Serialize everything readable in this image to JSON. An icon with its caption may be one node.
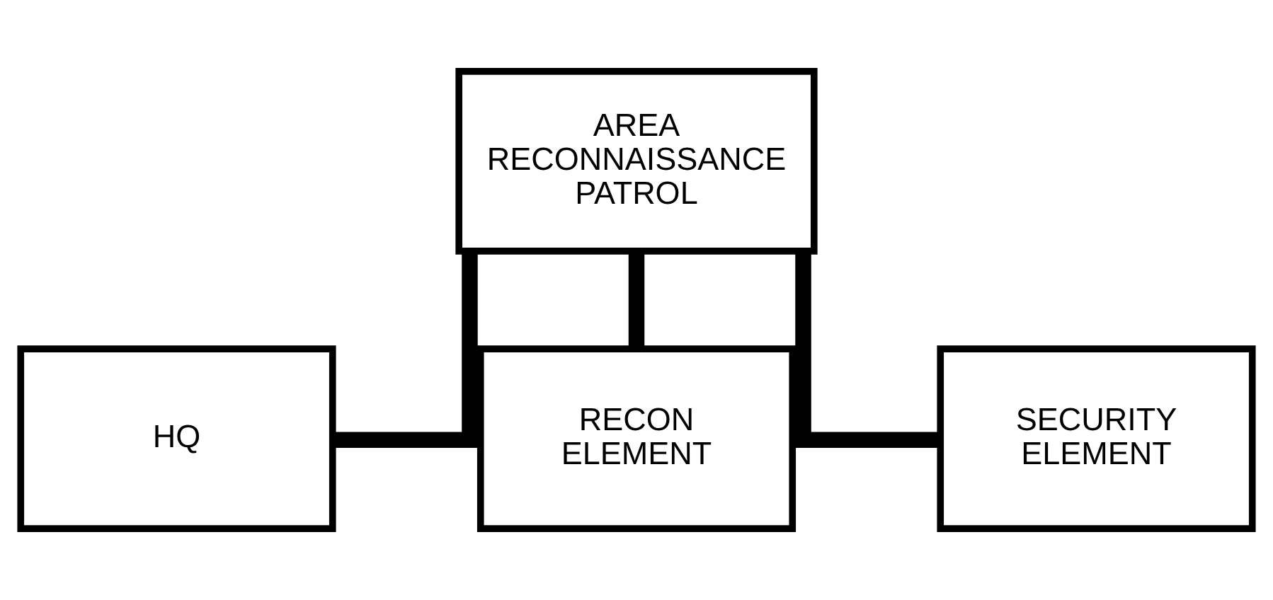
{
  "diagram": {
    "nodes": [
      {
        "text": [
          "AREA RECONNAISSANCE PATROL"
        ]
      },
      {
        "text": [
          "HQ"
        ]
      },
      {
        "text": [
          "RECON ELEMENT"
        ]
      },
      {
        "text": [
          "SECURITY ELEMENT"
        ]
      }
    ],
    "edges": [
      {
        "from": 0,
        "to": 1,
        "arrow": "none"
      },
      {
        "from": 0,
        "to": 2,
        "arrow": "none"
      },
      {
        "from": 0,
        "to": 3,
        "arrow": "none"
      }
    ]
  }
}
